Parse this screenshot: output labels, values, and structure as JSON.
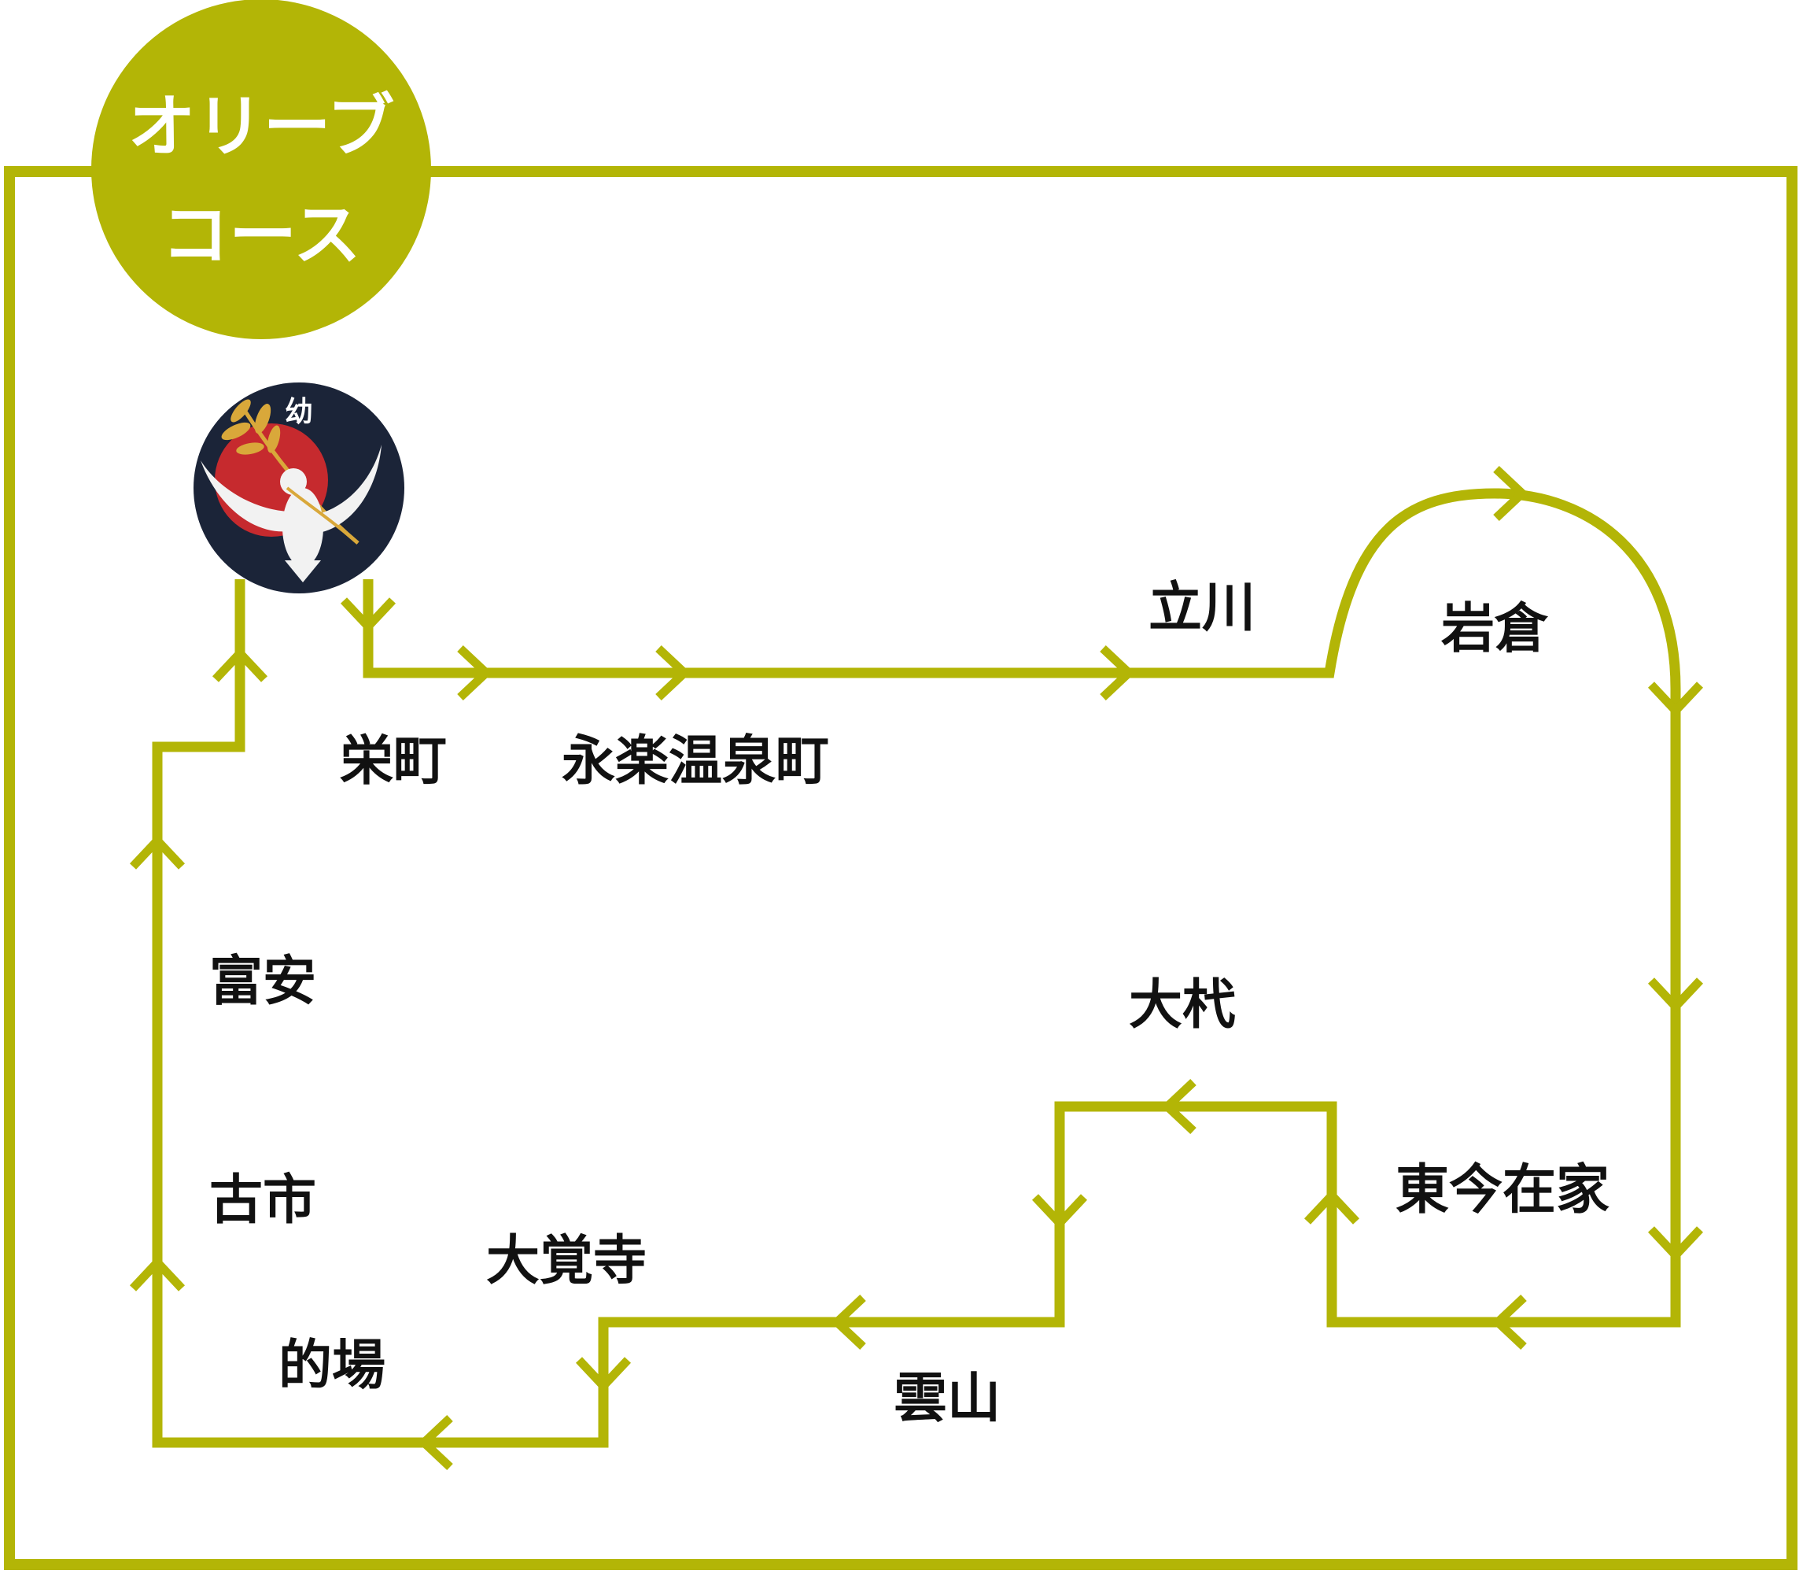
{
  "course": {
    "name_line1": "オリーブ",
    "name_line2": "コース",
    "route_color": "#b3b506"
  },
  "logo": {
    "icon": "dove-olive-branch-icon",
    "character": "幼",
    "colors": {
      "background": "#1b2438",
      "sun": "#c62a2e",
      "dove": "#f2f2f2",
      "branch": "#d9a83a"
    }
  },
  "stops": {
    "sakaemachi": "栄町",
    "eiraku_onsenmachi": "永楽温泉町",
    "tachikawa": "立川",
    "iwakura": "岩倉",
    "higashi_imazaike": "東今在家",
    "ookui": "大杙",
    "kumoyama": "雲山",
    "daikakuji": "大覚寺",
    "matoba": "的場",
    "furuichi": "古市",
    "tomiyasu": "富安"
  }
}
